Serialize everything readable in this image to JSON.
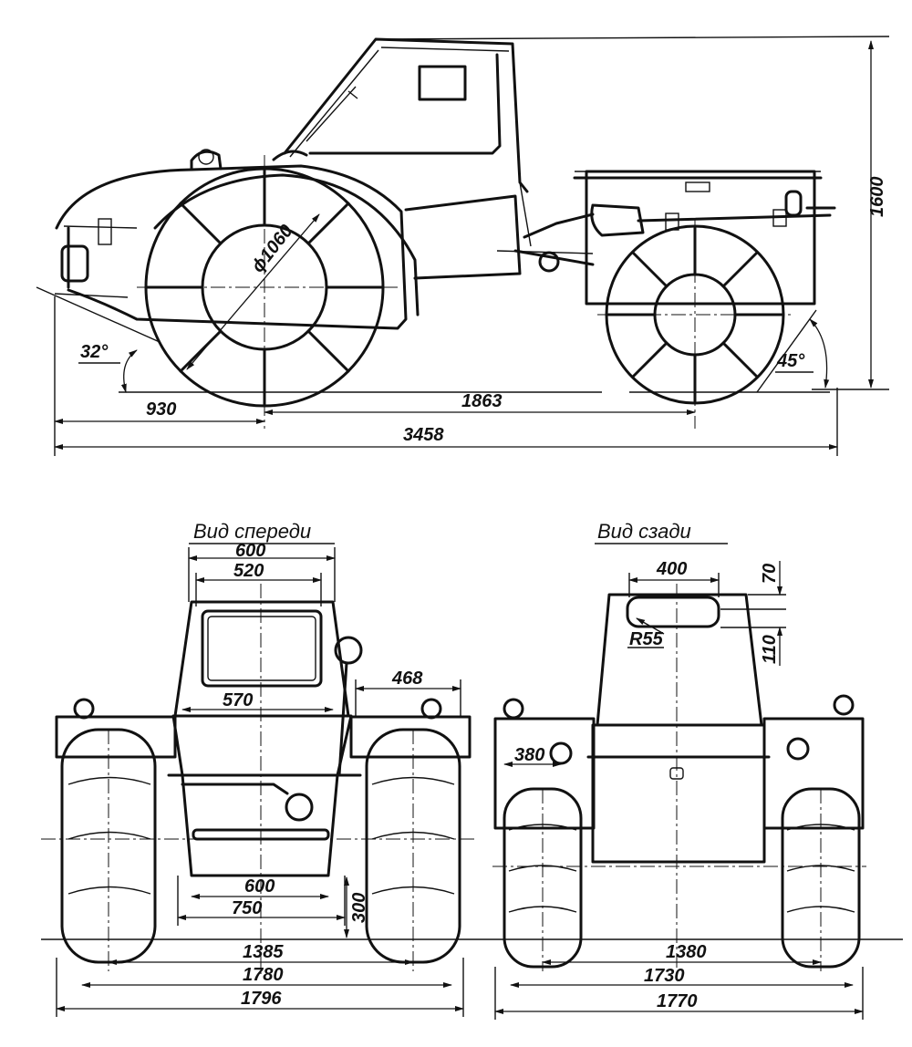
{
  "views": {
    "front_title": "Вид спереди",
    "rear_title": "Вид сзади"
  },
  "side_view": {
    "wheel_diameter": "ϕ1060",
    "approach_angle": "32°",
    "departure_angle": "45°",
    "front_overhang": "930",
    "wheelbase": "1863",
    "overall_length": "3458",
    "overall_height": "1600"
  },
  "front_view": {
    "cab_top_width": "600",
    "window_width": "520",
    "cab_bottom_width": "570",
    "fender_width": "468",
    "lower_inner_width": "600",
    "lower_outer_width": "750",
    "ground_clearance": "300",
    "track_inner": "1385",
    "track": "1780",
    "overall_width": "1796"
  },
  "rear_view": {
    "window_width": "400",
    "window_top_margin": "70",
    "window_height": "110",
    "corner_radius": "R55",
    "lamp_offset": "380",
    "track_inner": "1380",
    "track": "1730",
    "overall_width": "1770"
  }
}
